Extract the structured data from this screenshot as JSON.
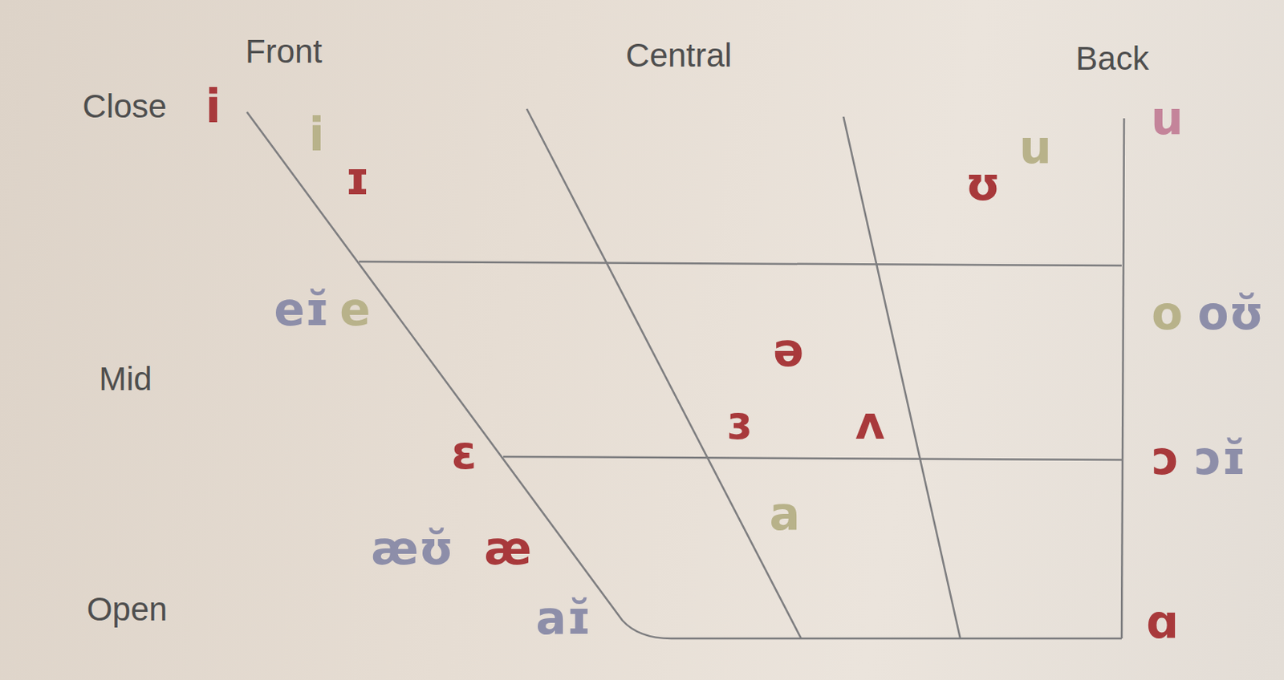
{
  "diagram": {
    "labels": [
      "Front",
      "Central",
      "Back",
      "Close",
      "Mid",
      "Open",
      "i",
      "i",
      "ɪ",
      "ʊ",
      "u",
      "u",
      "eɪ̆",
      "e",
      "o",
      "oʊ̆",
      "ə",
      "ɜ",
      "ʌ",
      "ɛ",
      "ɔ",
      "ɔɪ̆",
      "a",
      "æʊ̆",
      "æ",
      "aɪ̆",
      "ɑ"
    ]
  }
}
